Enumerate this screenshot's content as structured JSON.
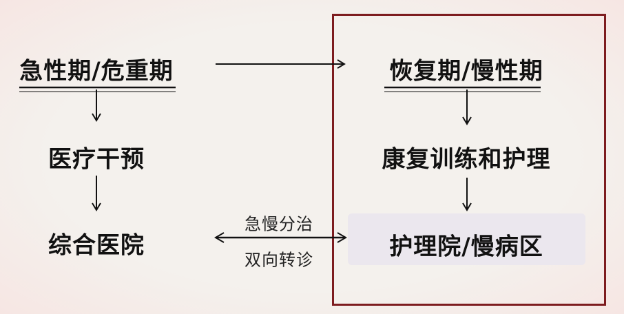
{
  "left_column": {
    "stage": "急性期/危重期",
    "action": "医疗干预",
    "facility": "综合医院"
  },
  "right_column": {
    "stage": "恢复期/慢性期",
    "action": "康复训练和护理",
    "facility": "护理院/慢病区"
  },
  "connector": {
    "top_label": "急慢分治",
    "bottom_label": "双向转诊"
  },
  "colors": {
    "frame": "#7d1c1f",
    "highlight": "#ebe7ee",
    "text": "#111111"
  }
}
